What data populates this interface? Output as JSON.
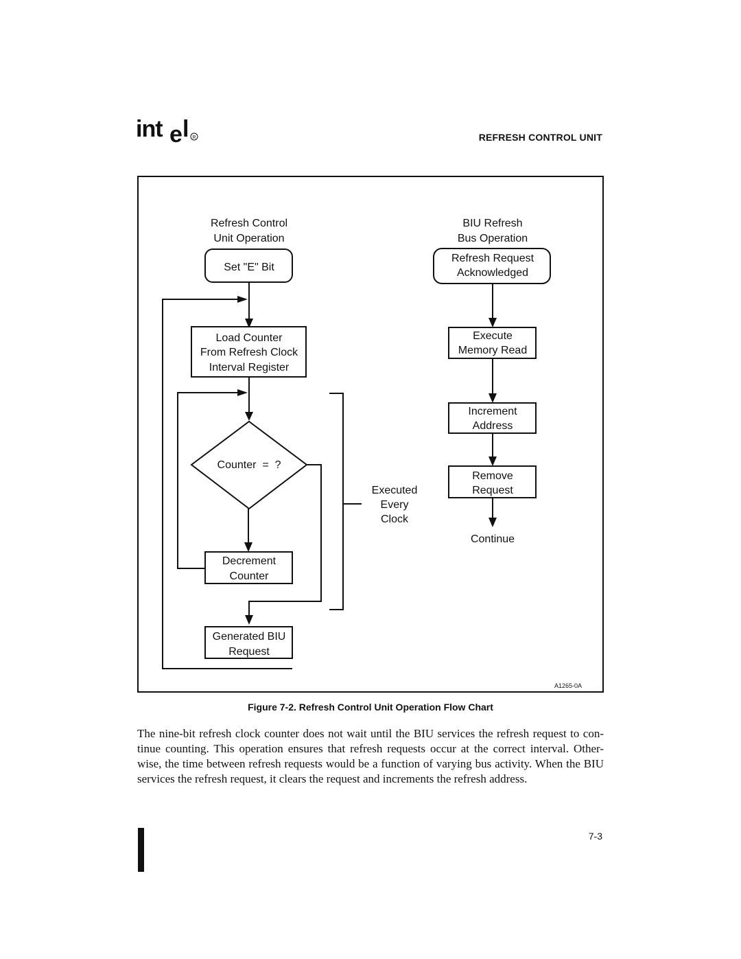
{
  "header": {
    "logo_text": "intel",
    "section_title": "REFRESH CONTROL UNIT"
  },
  "figure": {
    "left_column": {
      "title_line1": "Refresh Control",
      "title_line2": "Unit Operation",
      "start": "Set \"E\" Bit",
      "load_counter": [
        "Load Counter",
        "From Refresh Clock",
        "Interval Register"
      ],
      "decision": "Counter  =  ?",
      "decrement": [
        "Decrement",
        "Counter"
      ],
      "generate": [
        "Generated BIU",
        "Request"
      ]
    },
    "bracket_label": [
      "Executed",
      "Every",
      "Clock"
    ],
    "right_column": {
      "title_line1": "BIU Refresh",
      "title_line2": "Bus Operation",
      "start": [
        "Refresh Request",
        "Acknowledged"
      ],
      "execute": [
        "Execute",
        "Memory Read"
      ],
      "increment": [
        "Increment",
        "Address"
      ],
      "remove": [
        "Remove",
        "Request"
      ],
      "end": "Continue"
    },
    "figure_id": "A1265-0A"
  },
  "caption": "Figure 7-2.  Refresh Control Unit Operation Flow Chart",
  "body_text": "The nine-bit refresh clock counter does not wait until the BIU services the refresh request to con-tinue counting. This operation ensures that refresh requests occur at the correct interval. Other-wise, the time between refresh requests would be a function of varying bus activity. When the BIU services the refresh request, it clears the request and increments the refresh address.",
  "page_number": "7-3"
}
